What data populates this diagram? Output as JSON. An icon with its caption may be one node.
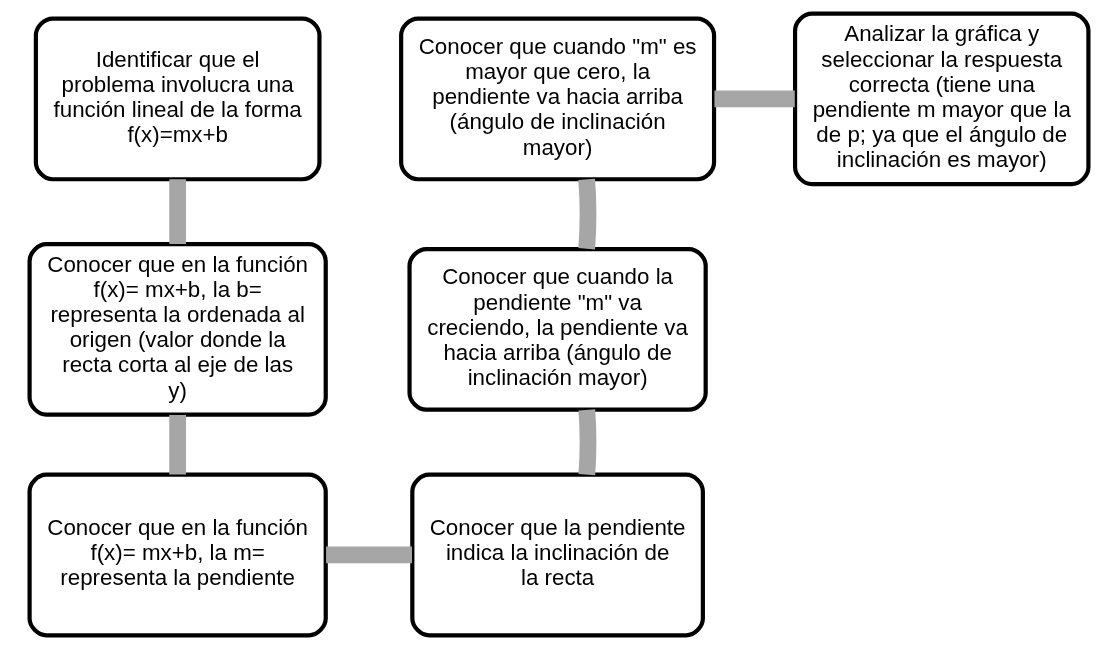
{
  "diagram": {
    "nodes": [
      {
        "text": [
          "Identificar que el problema involucra una función lineal de la forma f(x)=mx+b"
        ]
      },
      {
        "text": [
          "Conocer que en la función f(x)= mx+b, la b= representa la ordenada al origen (valor donde la recta corta al eje de las y)"
        ]
      },
      {
        "text": [
          "Conocer que en la función f(x)= mx+b, la m= representa la pendiente"
        ]
      },
      {
        "text": [
          "Conocer que la pendiente indica la inclinación de la recta"
        ]
      },
      {
        "text": [
          "Conocer que cuando la pendiente \"m\" va creciendo, la pendiente va hacia arriba (ángulo de inclinación mayor)"
        ]
      },
      {
        "text": [
          "Conocer que cuando \"m\" es mayor que cero, la pendiente va hacia arriba (ángulo de inclinación mayor)"
        ]
      },
      {
        "text": [
          "Analizar la gráfica y seleccionar la respuesta correcta (tiene una pendiente m mayor que la de p; ya que el ángulo de inclinación es mayor)"
        ]
      }
    ],
    "edges": [
      {
        "from": 0,
        "to": 1,
        "arrow": "none"
      },
      {
        "from": 1,
        "to": 2,
        "arrow": "none"
      },
      {
        "from": 2,
        "to": 3,
        "arrow": "none"
      },
      {
        "from": 3,
        "to": 4,
        "arrow": "none"
      },
      {
        "from": 4,
        "to": 5,
        "arrow": "none"
      },
      {
        "from": 5,
        "to": 6,
        "arrow": "none"
      }
    ]
  }
}
